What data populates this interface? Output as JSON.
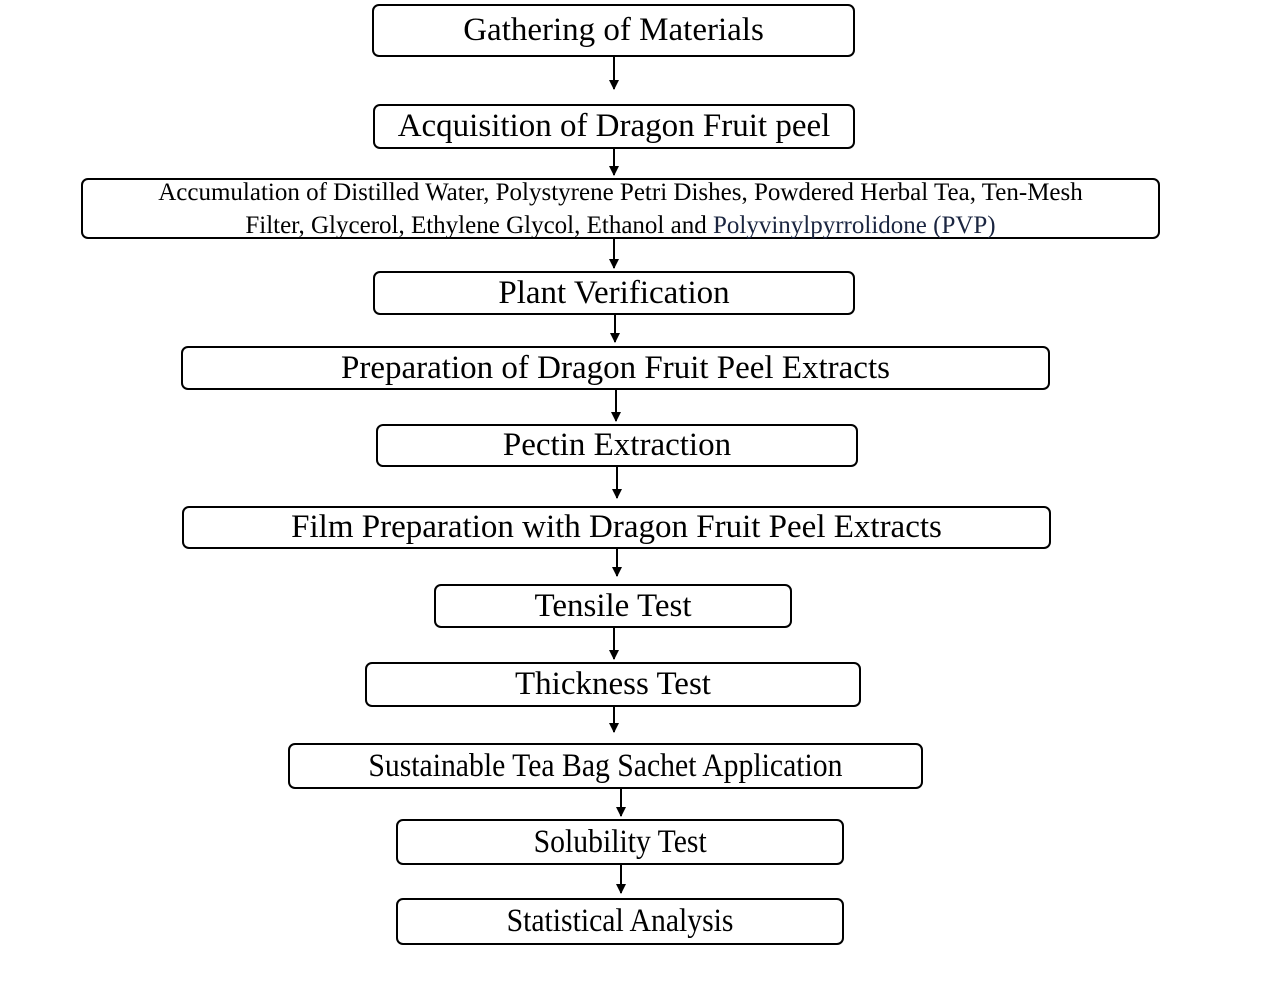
{
  "steps": [
    {
      "label": "Gathering of Materials"
    },
    {
      "label": "Acquisition of Dragon Fruit peel"
    },
    {
      "line1": "Accumulation of Distilled Water, Polystyrene Petri Dishes, Powdered Herbal Tea, Ten-Mesh",
      "line2a": "Filter, Glycerol, Ethylene Glycol, Ethanol and",
      "line2b": "Polyvinylpyrrolidone (PVP)"
    },
    {
      "label": "Plant Verification"
    },
    {
      "label": "Preparation of Dragon Fruit Peel Extracts"
    },
    {
      "label": "Pectin Extraction"
    },
    {
      "label": "Film Preparation with Dragon Fruit Peel Extracts"
    },
    {
      "label": "Tensile Test"
    },
    {
      "label": "Thickness Test"
    },
    {
      "label": "Sustainable Tea Bag Sachet Application"
    },
    {
      "label": "Solubility Test"
    },
    {
      "label": "Statistical Analysis"
    }
  ]
}
